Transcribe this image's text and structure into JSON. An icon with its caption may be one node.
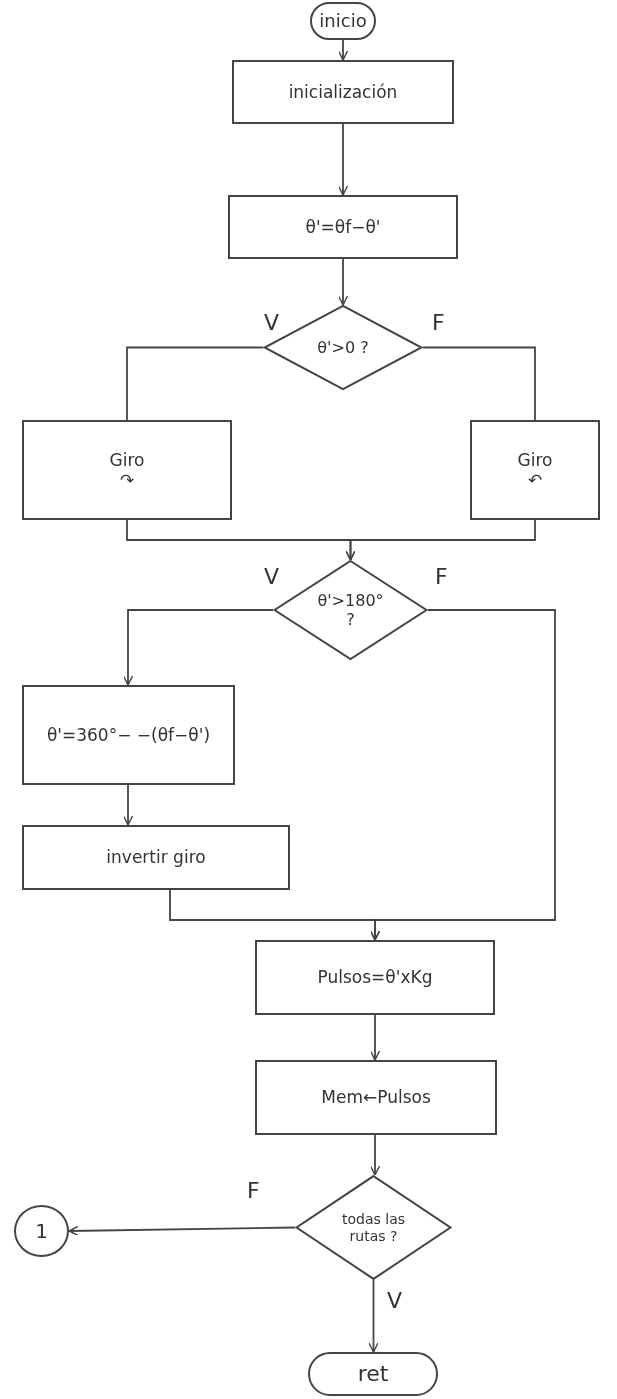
{
  "diagram": {
    "nodes": [
      {
        "text": [
          "inicio"
        ]
      },
      {
        "text": [
          "inicialización"
        ]
      },
      {
        "text": [
          "θ'=θf−θ'"
        ]
      },
      {
        "text": [
          "θ'>0 ?"
        ]
      },
      {
        "text": [
          "Giro ↷"
        ]
      },
      {
        "text": [
          "Giro ↶"
        ]
      },
      {
        "text": [
          "θ'>180° ?"
        ]
      },
      {
        "text": [
          "θ'=360°− −(θf−θ')"
        ]
      },
      {
        "text": [
          "invertir giro"
        ]
      },
      {
        "text": [
          "Pulsos=θ'xKg"
        ]
      },
      {
        "text": [
          "Mem←Pulsos"
        ]
      },
      {
        "text": [
          "todas las rutas ?"
        ]
      },
      {
        "text": [
          "1"
        ]
      },
      {
        "text": [
          "ret"
        ]
      }
    ],
    "edges": [
      {
        "from": 0,
        "to": 1,
        "arrow": "to"
      },
      {
        "from": 1,
        "to": 2,
        "arrow": "to"
      },
      {
        "from": 2,
        "to": 3,
        "arrow": "to"
      },
      {
        "from": 3,
        "to": 4,
        "arrow": "none",
        "label": "V"
      },
      {
        "from": 3,
        "to": 5,
        "arrow": "none",
        "label": "F"
      },
      {
        "from": 4,
        "to": 6,
        "arrow": "to"
      },
      {
        "from": 5,
        "to": 6,
        "arrow": "to"
      },
      {
        "from": 6,
        "to": 7,
        "arrow": "to",
        "label": "V"
      },
      {
        "from": 6,
        "to": 9,
        "arrow": "to",
        "label": "F"
      },
      {
        "from": 7,
        "to": 8,
        "arrow": "to"
      },
      {
        "from": 8,
        "to": 9,
        "arrow": "to"
      },
      {
        "from": 9,
        "to": 10,
        "arrow": "to"
      },
      {
        "from": 10,
        "to": 11,
        "arrow": "to"
      },
      {
        "from": 11,
        "to": 12,
        "arrow": "to",
        "label": "F"
      },
      {
        "from": 11,
        "to": 13,
        "arrow": "to",
        "label": "V"
      }
    ]
  }
}
